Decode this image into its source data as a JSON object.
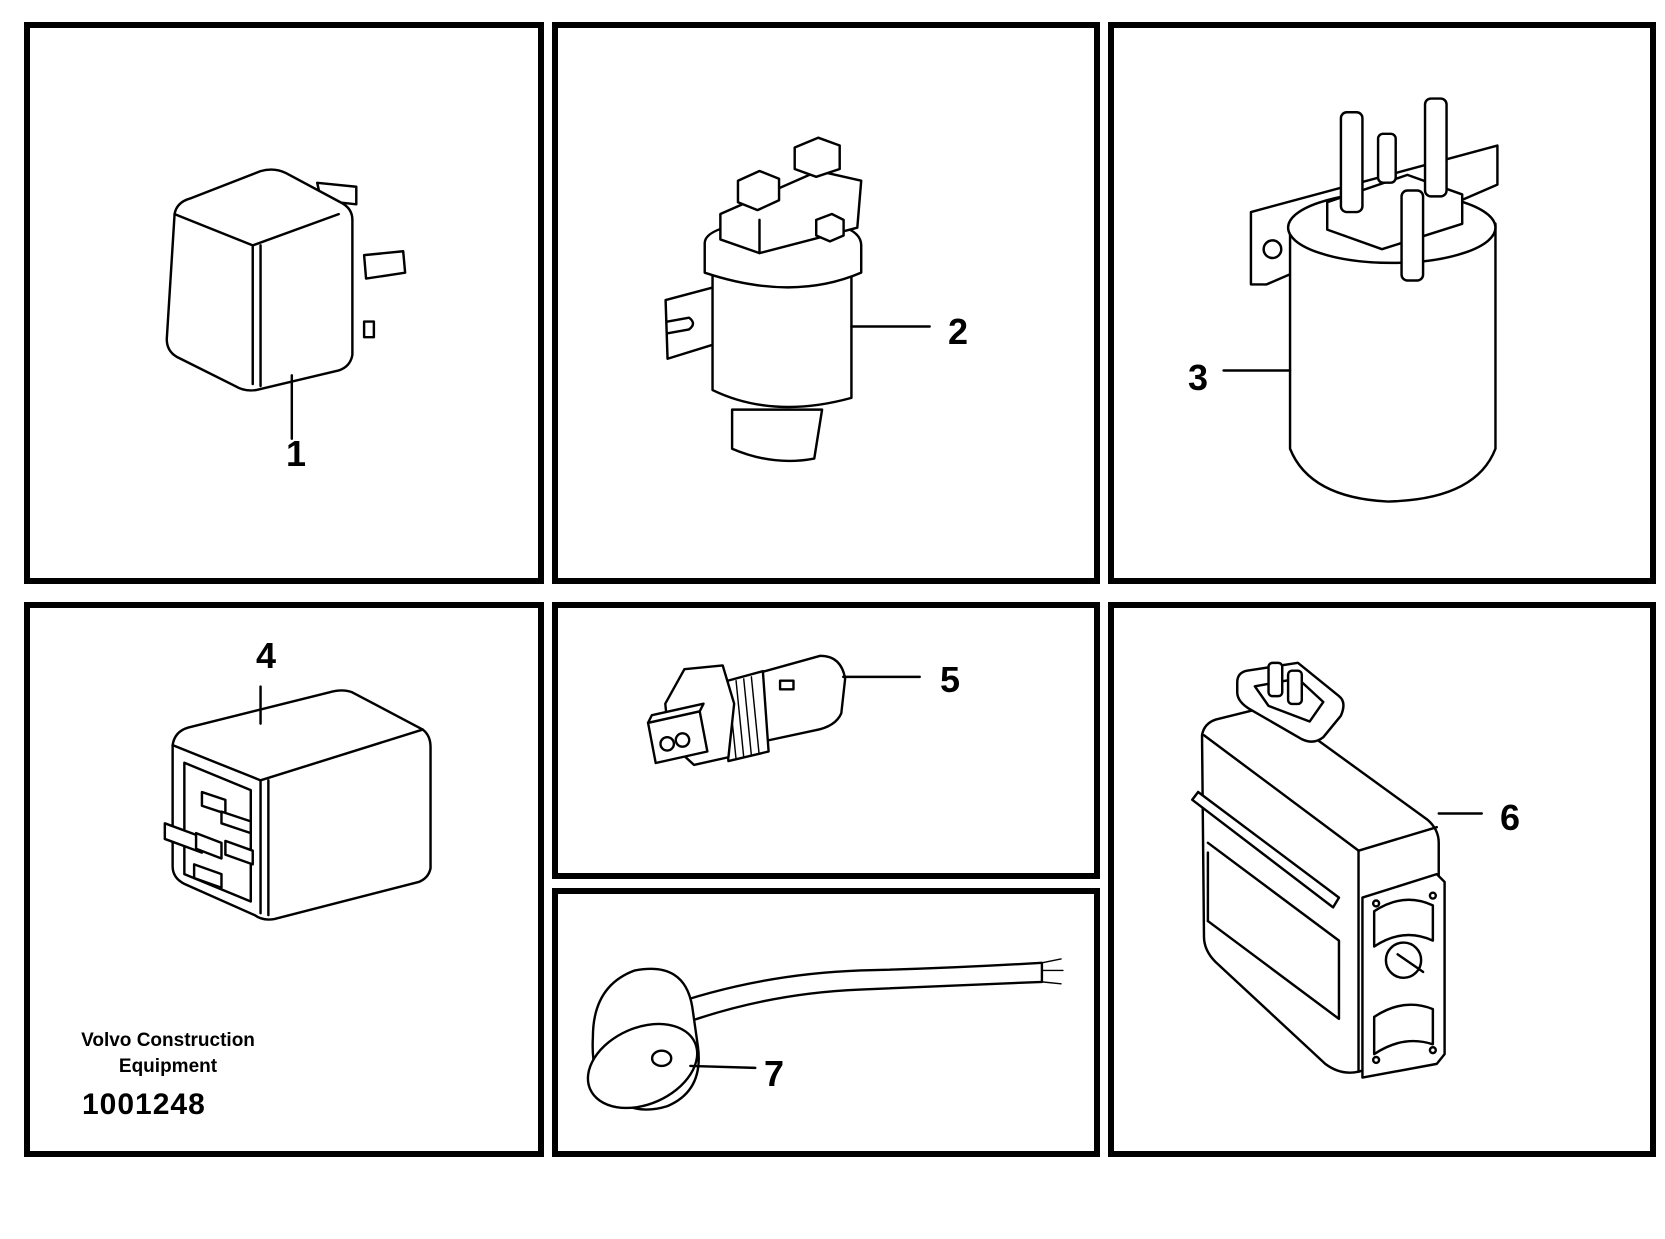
{
  "diagram": {
    "callouts": [
      "1",
      "2",
      "3",
      "4",
      "5",
      "6",
      "7"
    ],
    "credit_line1": "Volvo Construction",
    "credit_line2": "Equipment",
    "document_number": "1001248"
  },
  "icons": [
    "relay-cube",
    "starter-solenoid",
    "solenoid-with-studs",
    "relay-with-pins",
    "temperature-sensor",
    "ring-sensor-with-cable",
    "solenoid-valve"
  ]
}
